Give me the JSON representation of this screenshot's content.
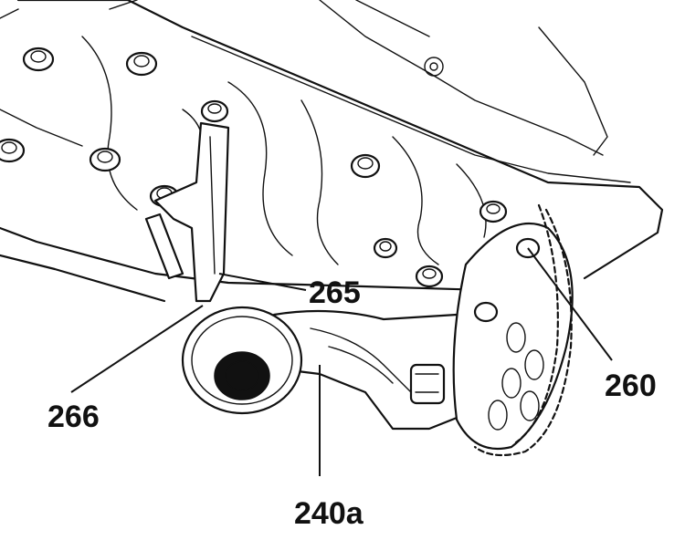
{
  "callouts": {
    "c265": "265",
    "c266": "266",
    "c260": "260",
    "c240a": "240a"
  },
  "colors": {
    "ink": "#111111",
    "paper": "#ffffff"
  }
}
